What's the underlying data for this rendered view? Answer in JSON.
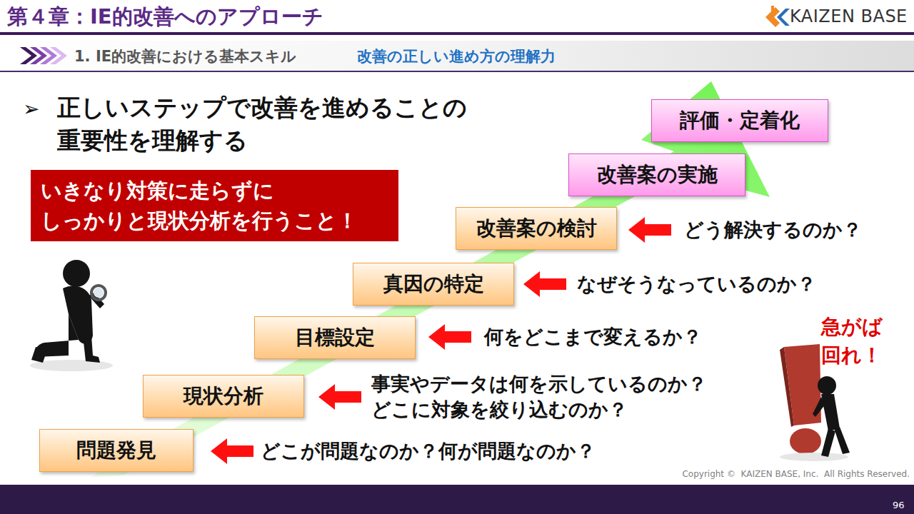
{
  "diagram": {
    "title": "第４章：IE的改善へのアプローチ",
    "nodes": [
      {
        "text": [
          "1. IE的改善における基本スキル",
          "改善の正しい進め方の理解力"
        ]
      },
      {
        "text": [
          "いきなり対策に走らずに しっかりと現状分析を行うこと！"
        ]
      },
      {
        "text": [
          "問題発見"
        ]
      },
      {
        "text": [
          "現状分析"
        ]
      },
      {
        "text": [
          "目標設定"
        ]
      },
      {
        "text": [
          "真因の特定"
        ]
      },
      {
        "text": [
          "改善案の検討"
        ]
      },
      {
        "text": [
          "改善案の実施"
        ]
      },
      {
        "text": [
          "評価・定着化"
        ]
      }
    ],
    "labels": [
      "KAIZEN BASE",
      "➢",
      "正しいステップで改善を進めることの 重要性を理解する",
      "どこが問題なのか？何が問題なのか？",
      "事実やデータは何を示しているのか？ どこに対象を絞り込むのか？",
      "何をどこまで変えるか？",
      "なぜそうなっているのか？",
      "どう解決するのか？",
      "急がば 回れ！",
      "Copyright ©  KAIZEN BASE, Inc.  All Rights Reserved.",
      "96"
    ]
  }
}
